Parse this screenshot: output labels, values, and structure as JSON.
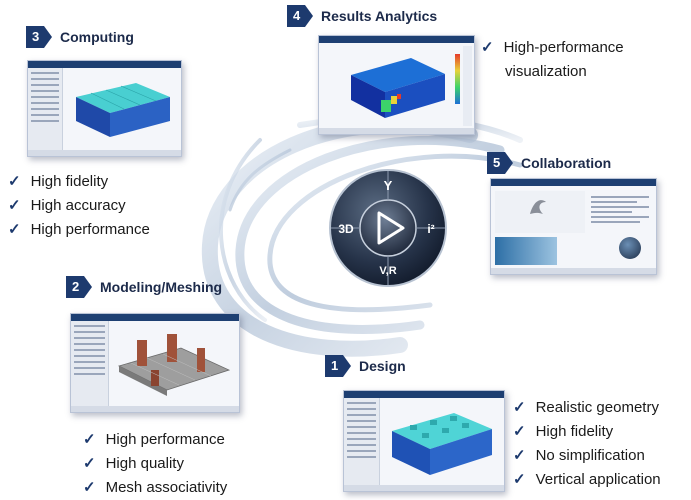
{
  "stages": [
    {
      "number": "1",
      "title": "Design",
      "bullets": [
        "Realistic geometry",
        "High fidelity",
        "No simplification",
        "Vertical application"
      ]
    },
    {
      "number": "2",
      "title": "Modeling/Meshing",
      "bullets": [
        "High performance",
        "High quality",
        "Mesh associativity"
      ]
    },
    {
      "number": "3",
      "title": "Computing",
      "bullets": [
        "High fidelity",
        "High accuracy",
        "High performance"
      ]
    },
    {
      "number": "4",
      "title": "Results Analytics",
      "bullets": [
        "High-performance",
        "visualization"
      ]
    },
    {
      "number": "5",
      "title": "Collaboration",
      "bullets": []
    }
  ],
  "compass": {
    "top": "Y",
    "left": "3D",
    "right": "i²",
    "bottom": "V,R",
    "center_icon": "play-icon"
  },
  "icons": {
    "check": "✓",
    "badge": "arrow-badge-icon"
  },
  "colors": {
    "accent": "#1d3a6e",
    "mesh": "#3fc6c9",
    "base": "#2a5db0",
    "swirl": "#9fb3cc"
  }
}
